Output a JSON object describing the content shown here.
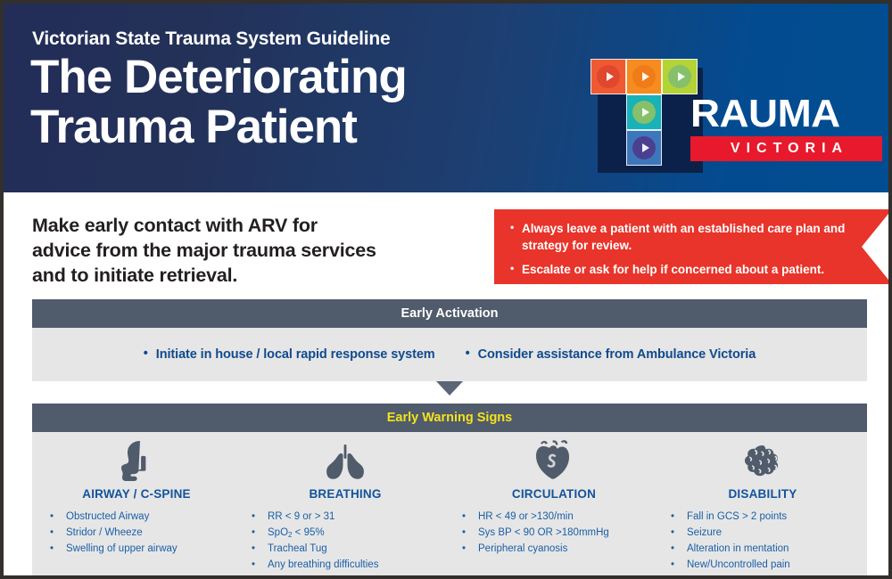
{
  "header": {
    "kicker": "Victorian State Trauma System Guideline",
    "headline": "The Deteriorating\nTrauma Patient",
    "logo": {
      "wordmark": "RAUMA",
      "subwordmark": "VICTORIA",
      "tiles": [
        {
          "name": "tile-red-orange",
          "color": "#ef5a33"
        },
        {
          "name": "tile-orange",
          "color": "#f68b1f"
        },
        {
          "name": "tile-yellow-green",
          "color": "#b4d335"
        },
        {
          "name": "tile-teal",
          "color": "#18b2b8"
        },
        {
          "name": "tile-blue",
          "color": "#3d77bb"
        }
      ]
    },
    "gradient_from": "#232d58",
    "gradient_to": "#024c91"
  },
  "arv_message": "Make early contact with ARV for\nadvice from the major trauma services\nand to  initiate retrieval.",
  "ribbon": {
    "color": "#e8342a",
    "items": [
      "Always leave a patient with an established care plan and strategy for review.",
      "Escalate or ask for help if concerned about a patient."
    ]
  },
  "early_activation": {
    "title": "Early Activation",
    "header_color": "#505b6b",
    "items": [
      "Initiate in house / local rapid response system",
      "Consider assistance from Ambulance Victoria"
    ]
  },
  "early_warning_signs": {
    "title": "Early Warning Signs",
    "title_color": "#f2e31c",
    "columns": [
      {
        "icon": "head-airway-icon",
        "title": "AIRWAY / C-SPINE",
        "items": [
          "Obstructed Airway",
          "Stridor / Wheeze",
          "Swelling of upper airway"
        ]
      },
      {
        "icon": "lungs-icon",
        "title": "BREATHING",
        "items": [
          "RR < 9 or > 31",
          "SpO2 < 95%",
          "Tracheal Tug",
          "Any breathing difficulties"
        ]
      },
      {
        "icon": "heart-icon",
        "title": "CIRCULATION",
        "items": [
          "HR < 49 or >130/min",
          "Sys BP < 90 OR >180mmHg",
          "Peripheral cyanosis"
        ]
      },
      {
        "icon": "brain-icon",
        "title": "DISABILITY",
        "items": [
          "Fall in GCS > 2 points",
          "Seizure",
          "Alteration in mentation",
          "New/Uncontrolled pain"
        ]
      }
    ]
  }
}
